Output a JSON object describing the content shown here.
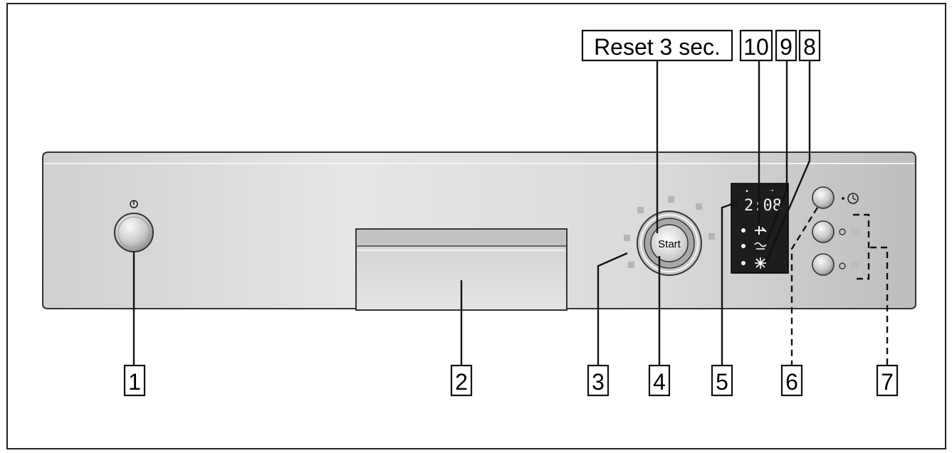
{
  "diagram": {
    "callouts": {
      "c1": "1",
      "c2": "2",
      "c3": "3",
      "c4": "4",
      "c5": "5",
      "c6": "6",
      "c7": "7",
      "c8": "8",
      "c9": "9",
      "c10": "10",
      "reset": "Reset 3 sec."
    },
    "panel": {
      "start_label": "Start",
      "display_value": "2:08"
    }
  }
}
